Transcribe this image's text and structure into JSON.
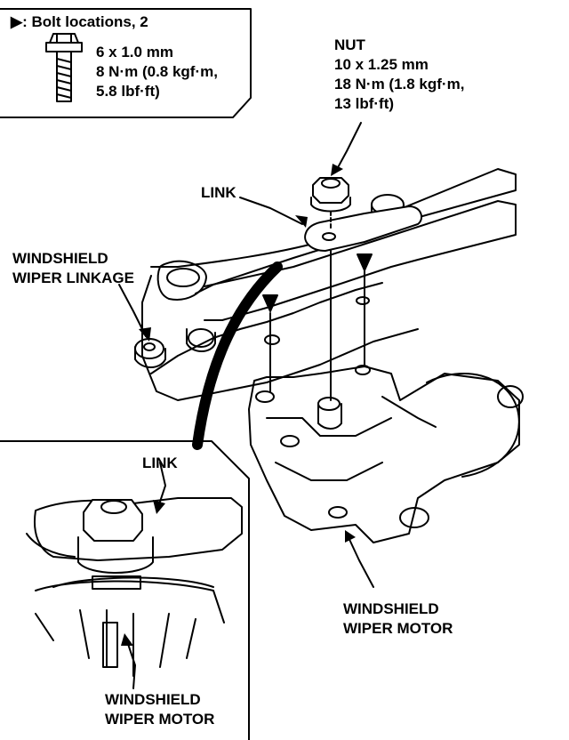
{
  "legend": {
    "marker": "▶",
    "title": ": Bolt locations, 2",
    "bolt_size": "6 x 1.0 mm",
    "bolt_torque_1": "8 N·m (0.8 kgf·m,",
    "bolt_torque_2": "5.8 lbf·ft)"
  },
  "nut": {
    "title": "NUT",
    "size": "10 x 1.25 mm",
    "torque_1": "18 N·m (1.8 kgf·m,",
    "torque_2": "13 lbf·ft)"
  },
  "labels": {
    "link_top": "LINK",
    "linkage_1": "WINDSHIELD",
    "linkage_2": "WIPER LINKAGE",
    "link_inset": "LINK",
    "motor_right_1": "WINDSHIELD",
    "motor_right_2": "WIPER MOTOR",
    "motor_inset_1": "WINDSHIELD",
    "motor_inset_2": "WIPER MOTOR"
  },
  "icons": [
    "bolt-icon",
    "nut-icon",
    "bolt-location-arrow-icon"
  ]
}
